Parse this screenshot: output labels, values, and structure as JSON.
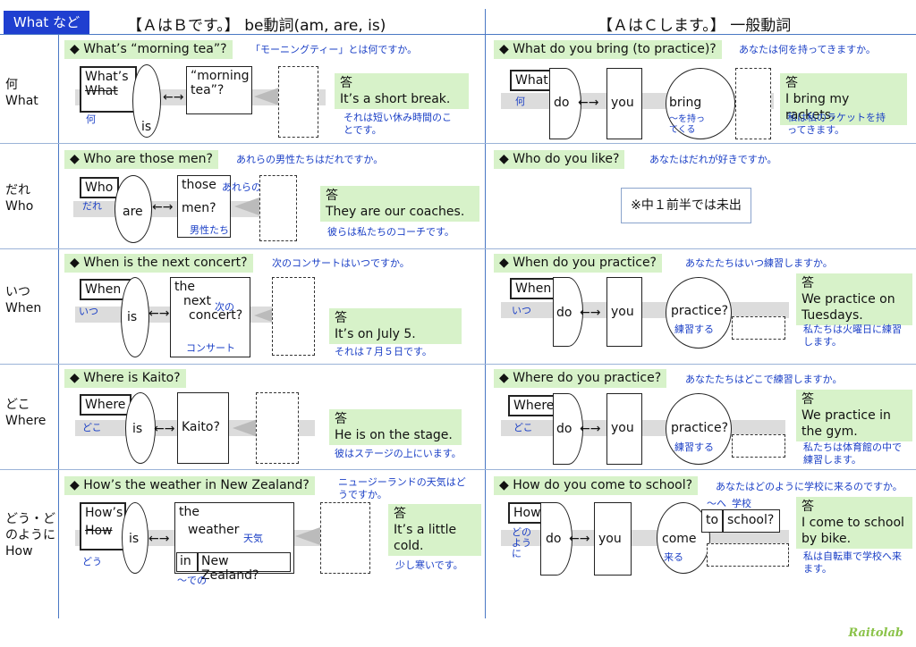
{
  "header": {
    "tag": "What など",
    "left_title": "【ＡはＢです。】 be動詞(am, are, is)",
    "right_title": "【ＡはＣします。】 一般動詞"
  },
  "rows": [
    {
      "label_ja": "何",
      "label_en": "What",
      "be": {
        "question": "◆ What’s “morning tea”?",
        "question_ja": "「モーニングティー」とは何ですか。",
        "wh_word": "What’s",
        "wh_struck": "What",
        "wh_ja": "何",
        "verb": "is",
        "subject_1": "“morning",
        "subject_2": "tea”?",
        "answer_label": "答",
        "answer": "It’s a short break.",
        "answer_ja": "それは短い休み時間のことです。"
      },
      "gen": {
        "question": "◆ What do you bring (to practice)?",
        "question_ja": "あなたは何を持ってきますか。",
        "wh_word": "What",
        "wh_ja": "何",
        "aux": "do",
        "subject": "you",
        "verb": "bring",
        "verb_ja": "～を持ってくる",
        "answer_label": "答",
        "answer": "I bring my rackets.",
        "answer_ja": "私は私のラケットを持ってきます。"
      }
    },
    {
      "label_ja": "だれ",
      "label_en": "Who",
      "be": {
        "question": "◆ Who are those men?",
        "question_ja": "あれらの男性たちはだれですか。",
        "wh_word": "Who",
        "wh_ja": "だれ",
        "verb": "are",
        "subject_1": "those",
        "subject_1_ja": "あれらの",
        "subject_2": "men?",
        "subject_2_ja": "男性たち",
        "answer_label": "答",
        "answer": "They are our coaches.",
        "answer_ja": "彼らは私たちのコーチです。"
      },
      "gen": {
        "question": "◆ Who do you like?",
        "question_ja": "あなたはだれが好きですか。",
        "note": "※中１前半では未出"
      }
    },
    {
      "label_ja": "いつ",
      "label_en": "When",
      "be": {
        "question": "◆ When is the next concert?",
        "question_ja": "次のコンサートはいつですか。",
        "wh_word": "When",
        "wh_ja": "いつ",
        "verb": "is",
        "subject_1": "the",
        "subject_2": "next",
        "subject_2_ja": "次の",
        "subject_3": "concert?",
        "subject_3_ja": "コンサート",
        "answer_label": "答",
        "answer": "It’s on July 5.",
        "answer_ja": "それは７月５日です。"
      },
      "gen": {
        "question": "◆ When do you practice?",
        "question_ja": "あなたたちはいつ練習しますか。",
        "wh_word": "When",
        "wh_ja": "いつ",
        "aux": "do",
        "subject": "you",
        "verb": "practice?",
        "verb_ja": "練習する",
        "answer_label": "答",
        "answer": "We practice on Tuesdays.",
        "answer_ja": "私たちは火曜日に練習します。"
      }
    },
    {
      "label_ja": "どこ",
      "label_en": "Where",
      "be": {
        "question": "◆ Where is Kaito?",
        "wh_word": "Where",
        "wh_ja": "どこ",
        "verb": "is",
        "subject_1": "Kaito?",
        "answer_label": "答",
        "answer": "He is on the stage.",
        "answer_ja": "彼はステージの上にいます。"
      },
      "gen": {
        "question": "◆ Where do you practice?",
        "question_ja": "あなたたちはどこで練習しますか。",
        "wh_word": "Where",
        "wh_ja": "どこ",
        "aux": "do",
        "subject": "you",
        "verb": "practice?",
        "verb_ja": "練習する",
        "answer_label": "答",
        "answer": "We practice in the gym.",
        "answer_ja": "私たちは体育館の中で練習します。"
      }
    },
    {
      "label_ja": "どう・どのように",
      "label_en": "How",
      "be": {
        "question": "◆ How’s the weather in New Zealand?",
        "question_ja": "ニュージーランドの天気はどうですか。",
        "wh_word": "How’s",
        "wh_struck": "How",
        "wh_ja": "どう",
        "verb": "is",
        "subject_1": "the",
        "subject_2": "weather",
        "subject_2_ja": "天気",
        "prep": "in",
        "place": "New Zealand?",
        "prep_ja": "～での",
        "answer_label": "答",
        "answer": "It’s a little cold.",
        "answer_ja": "少し寒いです。"
      },
      "gen": {
        "question": "◆ How do you come to school?",
        "question_ja": "あなたはどのように学校に来るのですか。",
        "wh_word": "How",
        "wh_ja": "どのように",
        "aux": "do",
        "subject": "you",
        "verb": "come",
        "verb_ja": "来る",
        "prep": "to",
        "place": "school?",
        "prep_ja": "～へ",
        "place_ja": "学校",
        "answer_label": "答",
        "answer": "I come to school by bike.",
        "answer_ja": "私は自転車で学校へ来ます。"
      }
    }
  ],
  "watermark": "Raitolab"
}
